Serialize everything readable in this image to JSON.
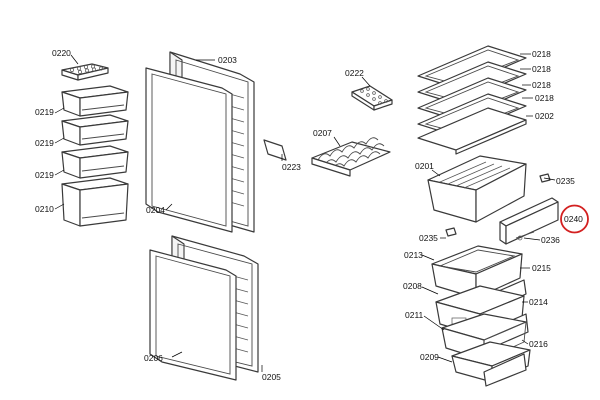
{
  "labels": {
    "p0220": "0220",
    "p0219a": "0219",
    "p0219b": "0219",
    "p0219c": "0219",
    "p0210": "0210",
    "p0203": "0203",
    "p0204": "0204",
    "p0223": "0223",
    "p0206": "0206",
    "p0205": "0205",
    "p0222": "0222",
    "p0207": "0207",
    "p0218a": "0218",
    "p0218b": "0218",
    "p0218c": "0218",
    "p0218d": "0218",
    "p0202": "0202",
    "p0201": "0201",
    "p0235a": "0235",
    "p0240": "0240",
    "p0235b": "0235",
    "p0236": "0236",
    "p0213": "0213",
    "p0215": "0215",
    "p0208": "0208",
    "p0214": "0214",
    "p0211": "0211",
    "p0216": "0216",
    "p0209": "0209"
  },
  "highlight": {
    "part": "0240",
    "color": "#d32020"
  }
}
